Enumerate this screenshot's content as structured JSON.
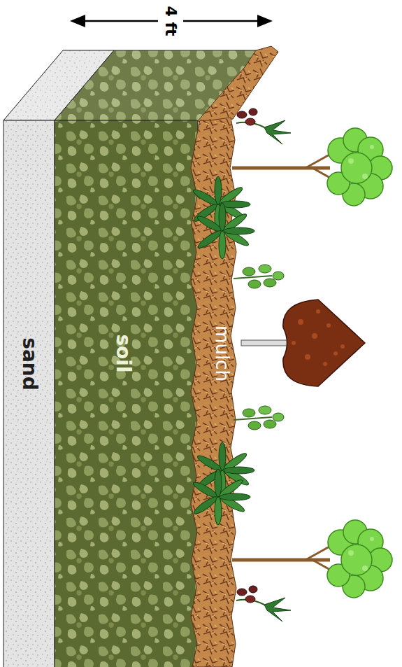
{
  "diagram": {
    "nodes": [
      {
        "text": [
          "mulch"
        ]
      },
      {
        "text": [
          "soil"
        ]
      },
      {
        "text": [
          "sand"
        ]
      }
    ],
    "labels": [
      "4 ft"
    ]
  }
}
